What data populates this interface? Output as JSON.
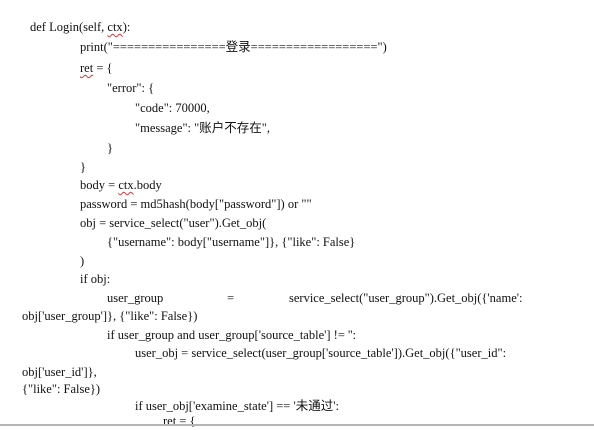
{
  "code": {
    "line_def_prefix": "def Login(self, ",
    "line_def_ctx": "ctx",
    "line_def_suffix": "):",
    "line_print": "print(\"================登录==================\")",
    "line_ret_name": "ret",
    "line_ret_rest": " = {",
    "line_error": "\"error\": {",
    "line_code": "\"code\": 70000,",
    "line_message": "\"message\": \"账户不存在\",",
    "line_close_inner": "}",
    "line_close_outer": "}",
    "line_body_prefix": "body = ",
    "line_body_ctx": "ctx",
    "line_body_suffix": ".body",
    "line_password": "password = md5hash(body[\"password\"]) or \"\"",
    "line_obj": "obj = service_select(\"user\").Get_obj(",
    "line_obj_args": "{\"username\": body[\"username\"]}, {\"like\": False}",
    "line_obj_close": ")",
    "line_if_obj": "if obj:",
    "line_ug_name": "user_group",
    "line_ug_eq": "=",
    "line_ug_call": "service_select(\"user_group\").Get_obj({'name':",
    "line_ug_wrap": "obj['user_group']}, {\"like\": False})",
    "line_if_ug": "if user_group and user_group['source_table'] != '':",
    "line_user_obj": "user_obj = service_select(user_group['source_table']).Get_obj({\"user_id\":",
    "line_user_obj_wrap1": "obj['user_id']},",
    "line_user_obj_wrap2": "{\"like\": False})",
    "line_examine": "if user_obj['examine_state'] == '未通过':",
    "line_ret2": "ret = {"
  }
}
